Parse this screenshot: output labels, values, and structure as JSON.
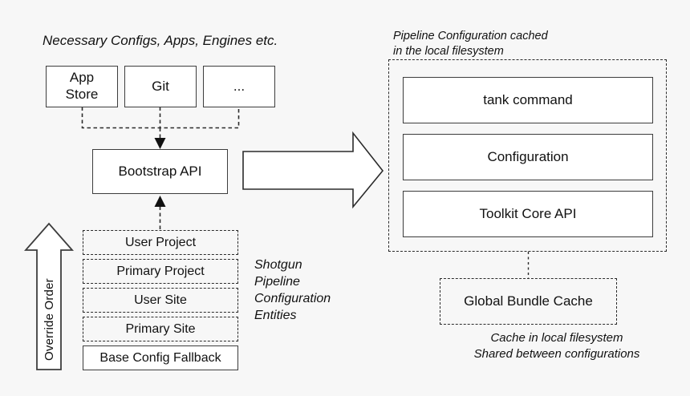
{
  "diagram": {
    "title_caption": "Necessary Configs, Apps, Engines etc.",
    "background_color": "#f7f7f7",
    "line_color": "#2b2b2b",
    "box_fill": "#ffffff",
    "sources": [
      {
        "label": "App\nStore"
      },
      {
        "label": "Git"
      },
      {
        "label": "..."
      }
    ],
    "bootstrap": {
      "label": "Bootstrap API"
    },
    "override": {
      "arrow_label": "Override Order",
      "side_caption": "Shotgun\nPipeline\nConfiguration\nEntities",
      "items": [
        {
          "label": "User Project",
          "style": "dashed"
        },
        {
          "label": "Primary Project",
          "style": "dashed"
        },
        {
          "label": "User Site",
          "style": "dashed"
        },
        {
          "label": "Primary Site",
          "style": "dashed"
        },
        {
          "label": "Base Config Fallback",
          "style": "solid"
        }
      ]
    },
    "pipeline_cache": {
      "caption": "Pipeline Configuration cached\nin the local filesystem",
      "items": [
        {
          "label": "tank command"
        },
        {
          "label": "Configuration"
        },
        {
          "label": "Toolkit Core API"
        }
      ]
    },
    "bundle_cache": {
      "label": "Global Bundle Cache",
      "caption": "Cache in local filesystem\nShared between configurations"
    }
  }
}
